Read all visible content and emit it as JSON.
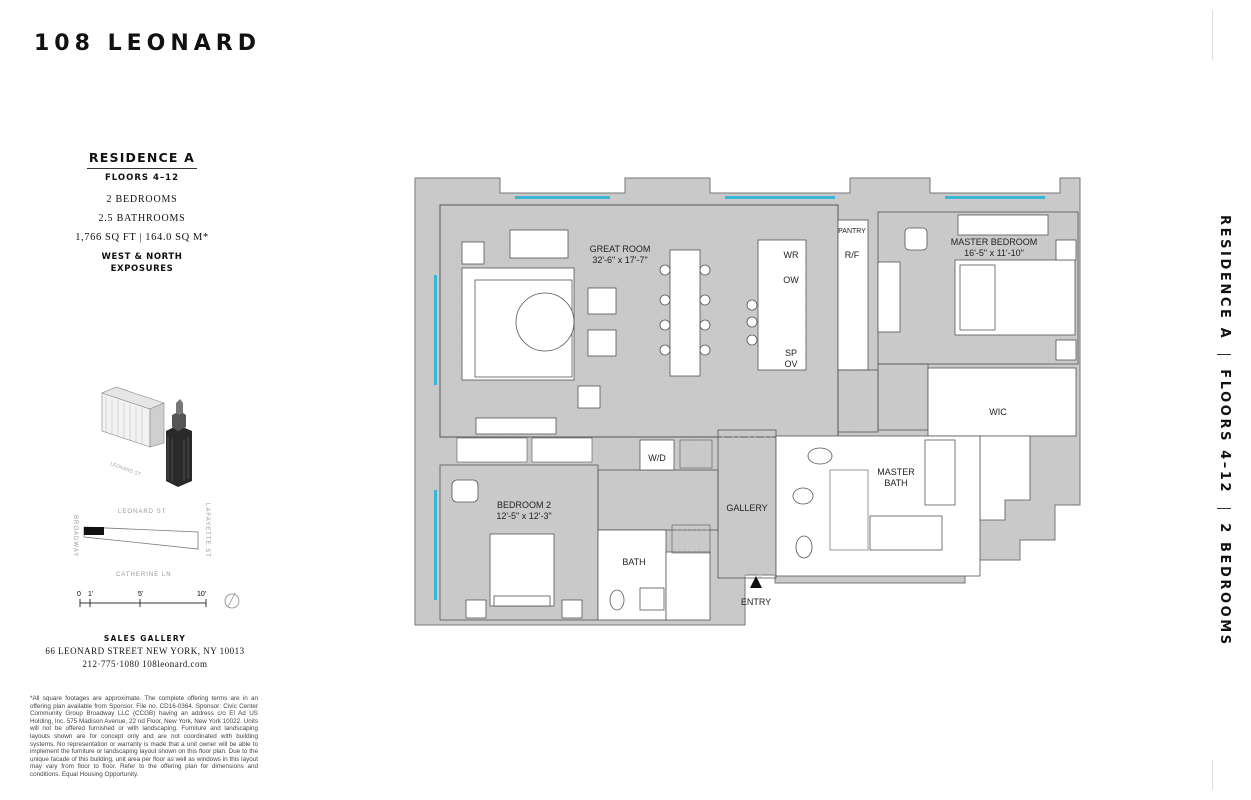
{
  "brand": "108 LEONARD",
  "residence": {
    "title": "RESIDENCE A",
    "floors": "FLOORS 4–12",
    "bedrooms": "2 BEDROOMS",
    "bathrooms": "2.5 BATHROOMS",
    "area": "1,766  SQ FT  |  164.0 SQ M*",
    "exposures_line1": "WEST & NORTH",
    "exposures_line2": "EXPOSURES"
  },
  "site_plan": {
    "street_top": "LEONARD ST",
    "street_right": "LAFAYETTE ST",
    "street_bottom": "CATHERINE LN",
    "street_left": "BROADWAY",
    "iso_label": "LEONARD ST"
  },
  "scale": {
    "labels": [
      "0",
      "1'",
      "5'",
      "10'"
    ]
  },
  "sales": {
    "title": "SALES GALLERY",
    "address": "66 LEONARD STREET    NEW YORK, NY 10013",
    "contact": "212·775·1080   108leonard.com"
  },
  "disclaimer": "*All square footages are approximate. The complete offering terms are in an offering plan available from Sponsor. File no. CD16-0364. Sponsor: Civic Center Community Group Broadway LLC (CCGB) having an address c/o El Ad US Holding, Inc. 575 Madison Avenue, 22 nd Floor, New York, New York 10022. Units will not be offered furnished or with landscaping. Furniture and landscaping layouts shown are for concept only and are not coordinated with building systems. No representation or warranty is made that a unit owner will be able to implement the furniture or landscaping layout shown on this floor plan. Due to the unique facade of this building, unit area per floor as well as windows in this layout may vary from floor to floor. Refer to the offering plan for dimensions and conditions. Equal Housing Opportunity.",
  "side_title": [
    "RESIDENCE A",
    "FLOORS 4–12",
    "2 BEDROOMS"
  ],
  "plan": {
    "great_room": {
      "name": "GREAT ROOM",
      "dims": "32'-6\" x 17'-7\""
    },
    "master_bedroom": {
      "name": "MASTER BEDROOM",
      "dims": "16'-5\" x 11'-10\""
    },
    "bedroom2": {
      "name": "BEDROOM 2",
      "dims": "12'-5\" x 12'-3\""
    },
    "wic": "WIC",
    "master_bath_1": "MASTER",
    "master_bath_2": "BATH",
    "bath": "BATH",
    "gallery": "GALLERY",
    "entry": "ENTRY",
    "pantry": "PANTRY",
    "rf": "R/F",
    "wr": "WR",
    "ow": "OW",
    "sp": "SP",
    "ov": "OV",
    "wd": "W/D"
  }
}
